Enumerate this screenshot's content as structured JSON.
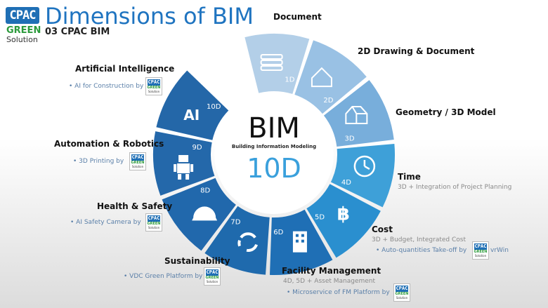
{
  "header": {
    "logo_text": "CPAC",
    "logo_green": "GREEN",
    "logo_solution": "Solution",
    "title": "Dimensions of BIM",
    "subtitle": "03 CPAC BIM"
  },
  "center": {
    "title": "BIM",
    "subtitle": "Building Information Modeling",
    "big": "10D"
  },
  "segments": [
    {
      "code": "1D",
      "name": "Document",
      "icon": "books-icon",
      "color": "#b3cfe8"
    },
    {
      "code": "2D",
      "name": "2D Drawing & Document",
      "icon": "house-outline-icon",
      "color": "#99c1e4"
    },
    {
      "code": "3D",
      "name": "Geometry / 3D Model",
      "icon": "house-3d-icon",
      "color": "#78aedb"
    },
    {
      "code": "4D",
      "name": "Time",
      "icon": "clock-icon",
      "color": "#3ea0d8"
    },
    {
      "code": "5D",
      "name": "Cost",
      "icon": "baht-icon",
      "color": "#2a8fcf"
    },
    {
      "code": "6D",
      "name": "Facility Management",
      "icon": "building-tools-icon",
      "color": "#1f6fb5"
    },
    {
      "code": "7D",
      "name": "Sustainability",
      "icon": "recycle-icon",
      "color": "#1f6aad"
    },
    {
      "code": "8D",
      "name": "Health & Safety",
      "icon": "helmet-icon",
      "color": "#2168ac"
    },
    {
      "code": "9D",
      "name": "Automation & Robotics",
      "icon": "robot-icon",
      "color": "#2468aa"
    },
    {
      "code": "10D",
      "name": "Artificial Intelligence",
      "icon": "ai-icon",
      "icon_text": "AI",
      "color": "#2467a8"
    }
  ],
  "labels": {
    "document": "Document",
    "drawing": "2D Drawing & Document",
    "geometry": "Geometry / 3D Model",
    "time": {
      "title": "Time",
      "desc": "3D + Integration of Project Planning"
    },
    "cost": {
      "title": "Cost",
      "desc1": "3D + Budget, Integrated Cost",
      "bullet": "Auto-quantities Take-off by",
      "suffix": "vrWin"
    },
    "fm": {
      "title": "Facility Management",
      "desc1": "4D, 5D + Asset Management",
      "bullet": "Microservice of FM Platform by"
    },
    "sustain": {
      "title": "Sustainability",
      "bullet": "VDC Green Platform by"
    },
    "health": {
      "title": "Health & Safety",
      "bullet": "AI Safety Camera by"
    },
    "auto": {
      "title": "Automation & Robotics",
      "bullet": "3D Printing by"
    },
    "ai": {
      "title": "Artificial Intelligence",
      "bullet": "AI for Construction by"
    }
  }
}
